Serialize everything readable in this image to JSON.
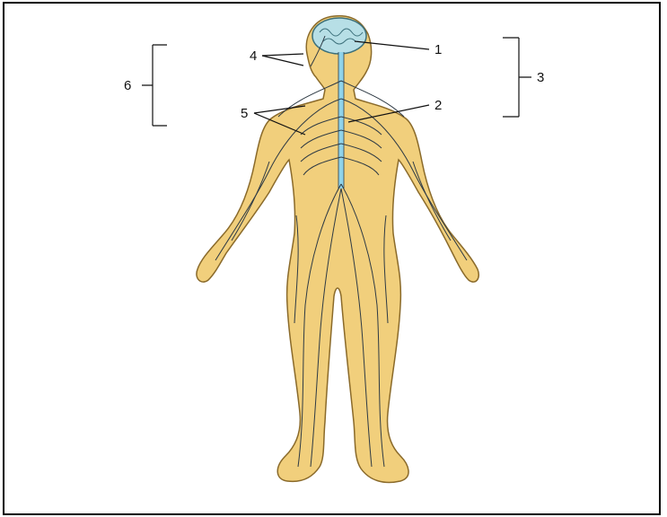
{
  "labels": {
    "l1": "1",
    "l2": "2",
    "l3": "3",
    "l4": "4",
    "l5": "5",
    "l6": "6"
  },
  "colors": {
    "skin": "#f1cf7c",
    "skin_outline": "#8a6a2a",
    "nerve": "#2e3a44",
    "spinal_cord": "#8fd3ea",
    "brain": "#b7dfe6",
    "brain_outline": "#3b6f7a",
    "leader_line": "#111111"
  }
}
